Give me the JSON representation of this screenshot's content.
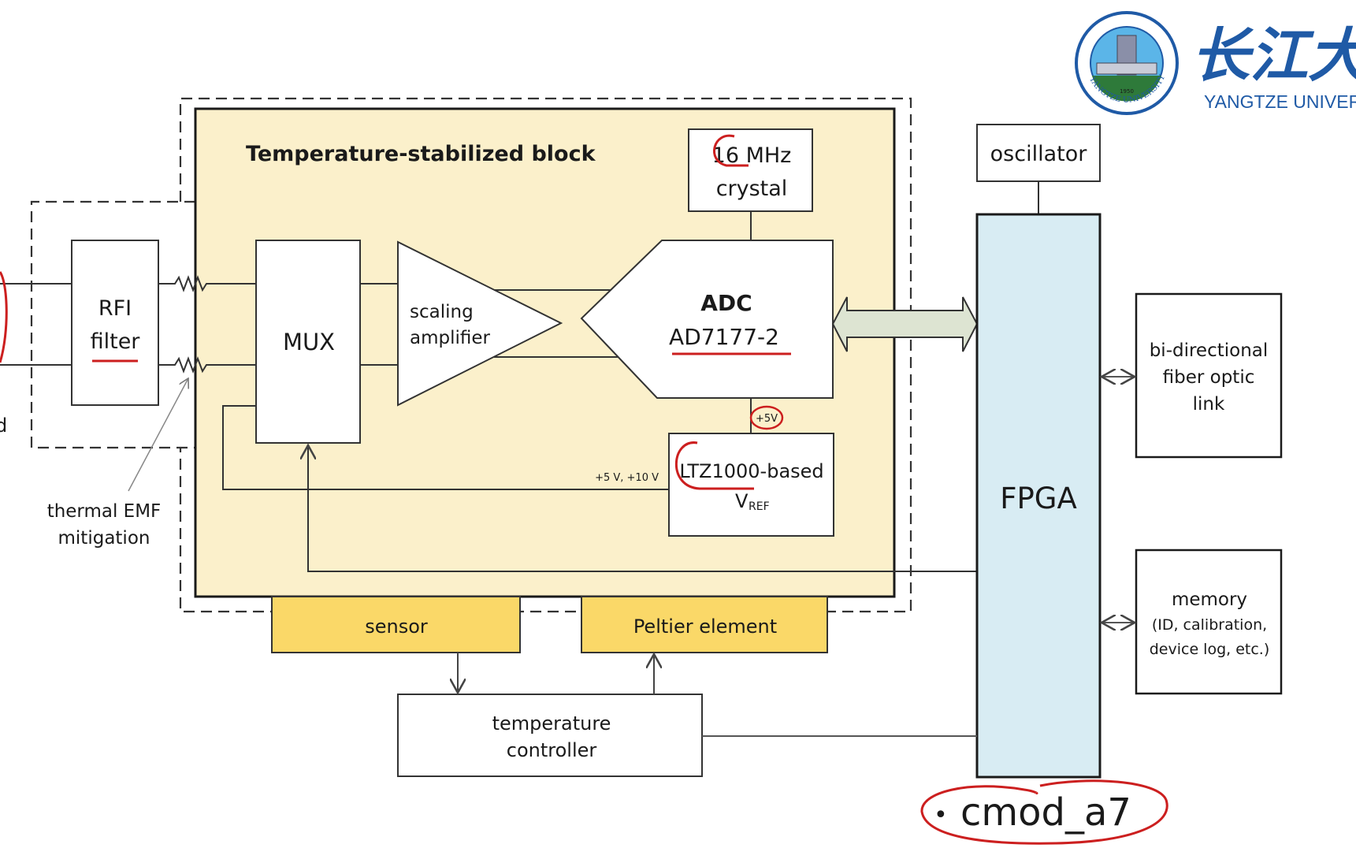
{
  "logo": {
    "chinese_name": "长江大",
    "english_name": "YANGTZE UNIVER",
    "seal_text": "YANGTZE UNIVERSITY",
    "seal_year": "1950"
  },
  "colors": {
    "stabilized_block_fill": "#fbf0cb",
    "thermal_pad_fill": "#fad868",
    "fpga_fill": "#d8ecf3",
    "bus_arrow_fill": "#dde4d2",
    "annotation_red": "#cc1f1f",
    "line": "#333333"
  },
  "blocks": {
    "stabilized_title": "Temperature-stabilized block",
    "rfi_filter": [
      "RFI",
      "filter"
    ],
    "mux": "MUX",
    "amplifier": [
      "scaling",
      "amplifier"
    ],
    "adc_title": "ADC",
    "adc_part": "AD7177-2",
    "crystal": [
      "16 MHz",
      "crystal"
    ],
    "vref_line1": "LTZ1000-based",
    "vref_v": "V",
    "vref_sub": "REF",
    "vref_supply_label": "+5 V, +10 V",
    "adc_supply_label": "+5V",
    "oscillator": "oscillator",
    "fpga": "FPGA",
    "fiber_link": [
      "bi-directional",
      "fiber optic",
      "link"
    ],
    "memory": [
      "memory",
      "(ID, calibration,",
      "device log, etc.)"
    ],
    "sensor": "sensor",
    "peltier": "Peltier element",
    "temp_controller": [
      "temperature",
      "controller"
    ],
    "thermal_emf": [
      "thermal EMF",
      "mitigation"
    ],
    "left_cut_text": "d"
  },
  "annotation": {
    "bullet": "•",
    "note": "cmod_a7"
  }
}
